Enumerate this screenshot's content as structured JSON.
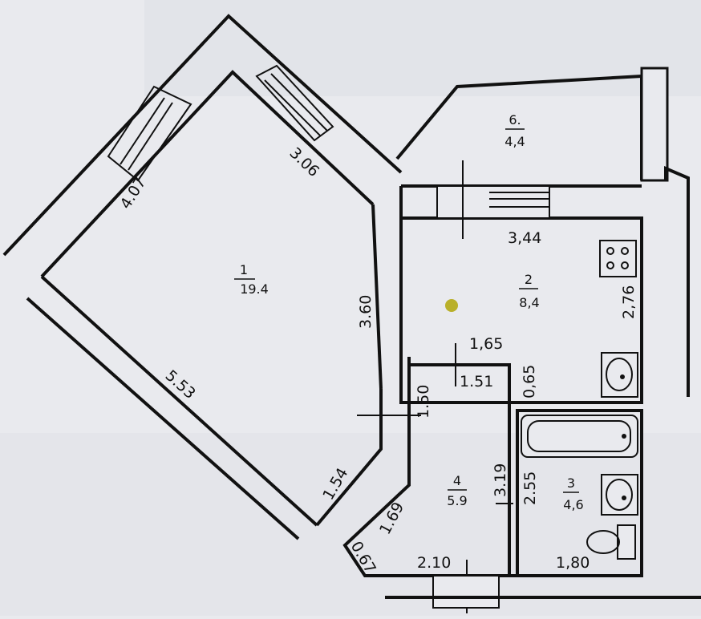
{
  "plan": {
    "rooms": [
      {
        "num": "1",
        "area": "19.4"
      },
      {
        "num": "2",
        "area": "8,4"
      },
      {
        "num": "3",
        "area": "4,6"
      },
      {
        "num": "4",
        "area": "5.9"
      },
      {
        "num": "6.",
        "area": "4,4"
      }
    ],
    "dims": {
      "d_407": "4.07",
      "d_306": "3.06",
      "d_360": "3.60",
      "d_553": "5.53",
      "d_154": "1.54",
      "d_344": "3,44",
      "d_276": "2,76",
      "d_165": "1,65",
      "d_065": "0,65",
      "d_151": "1.51",
      "d_150": "1.50",
      "d_319": "3.19",
      "d_255": "2.55",
      "d_169": "1.69",
      "d_067": "0.67",
      "d_210": "2.10",
      "d_180": "1,80"
    }
  },
  "colors": {
    "paper": "#e9eaee",
    "ink": "#111111",
    "marker": "#b9b02a"
  }
}
